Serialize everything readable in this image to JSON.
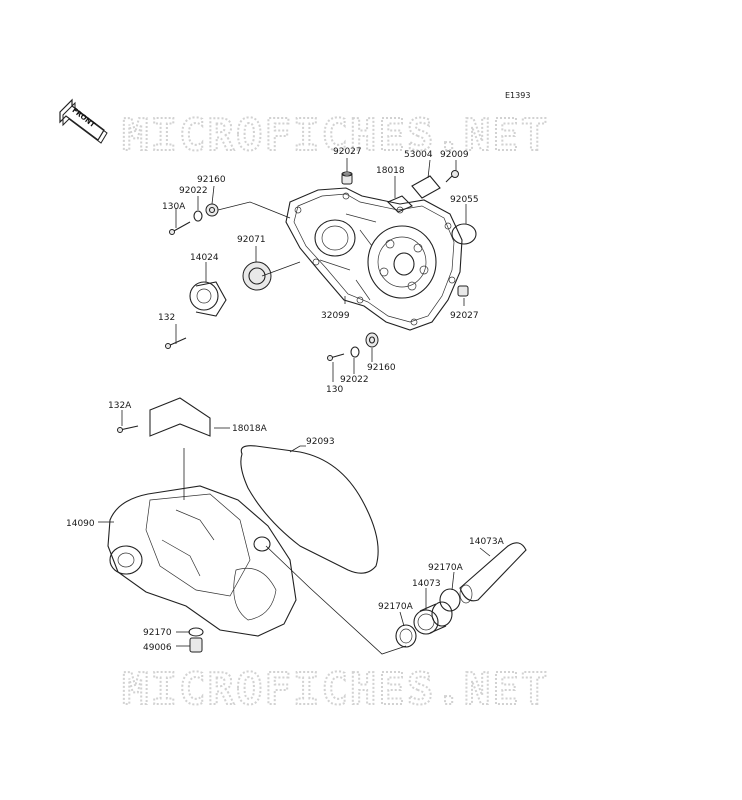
{
  "diagram_code": "E1393",
  "front_arrow_label": "FRONT",
  "watermark": "MICROFICHES.NET",
  "labels": {
    "p92027_top": "92027",
    "p18018": "18018",
    "p53004": "53004",
    "p92009": "92009",
    "p92160_top": "92160",
    "p92022_top": "92022",
    "p130A": "130A",
    "p92071": "92071",
    "p92055": "92055",
    "p14024": "14024",
    "p132": "132",
    "p32099": "32099",
    "p92027_right": "92027",
    "p92160_bottom": "92160",
    "p92022_bottom": "92022",
    "p130": "130",
    "p132A": "132A",
    "p18018A": "18018A",
    "p92093": "92093",
    "p14090": "14090",
    "p14073A": "14073A",
    "p92170A_right": "92170A",
    "p14073": "14073",
    "p92170A_left": "92170A",
    "p92170": "92170",
    "p49006": "49006"
  }
}
